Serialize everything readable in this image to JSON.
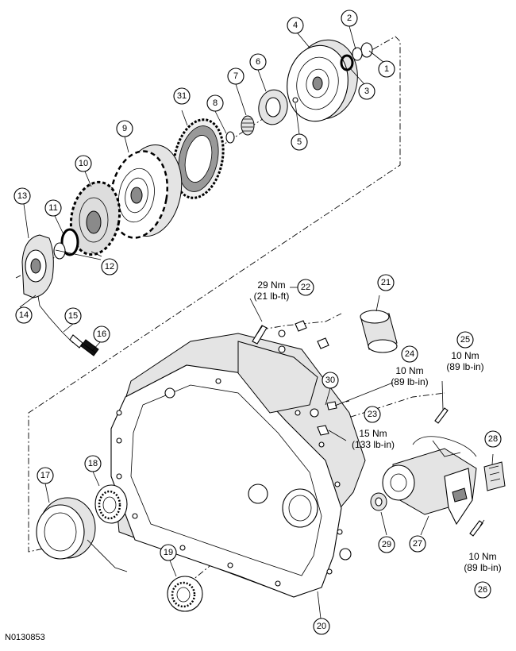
{
  "figure_id": "N0130853",
  "callouts": [
    "1",
    "2",
    "3",
    "4",
    "5",
    "6",
    "7",
    "8",
    "9",
    "10",
    "11",
    "12",
    "13",
    "14",
    "15",
    "16",
    "17",
    "18",
    "19",
    "20",
    "21",
    "22",
    "23",
    "24",
    "25",
    "26",
    "27",
    "28",
    "29",
    "30",
    "31"
  ],
  "torque_specs": {
    "t22": [
      "29 Nm",
      "(21 lb-ft)"
    ],
    "t23": [
      "15 Nm",
      "(133 lb-in)"
    ],
    "t24": [
      "10 Nm",
      "(89 lb-in)"
    ],
    "t25": [
      "10 Nm",
      "(89 lb-in)"
    ],
    "t26": [
      "10 Nm",
      "(89 lb-in)"
    ]
  }
}
